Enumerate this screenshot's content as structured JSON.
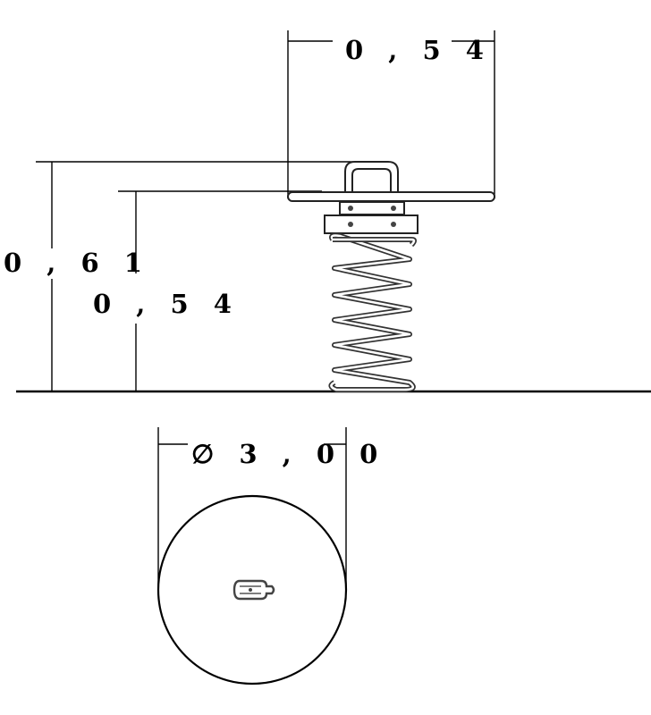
{
  "dimensions": {
    "top_width": "0 , 5 4",
    "overall_height": "0 , 6 1",
    "platform_height": "0 , 5 4",
    "diameter": "∅ 3 , 0 0"
  }
}
